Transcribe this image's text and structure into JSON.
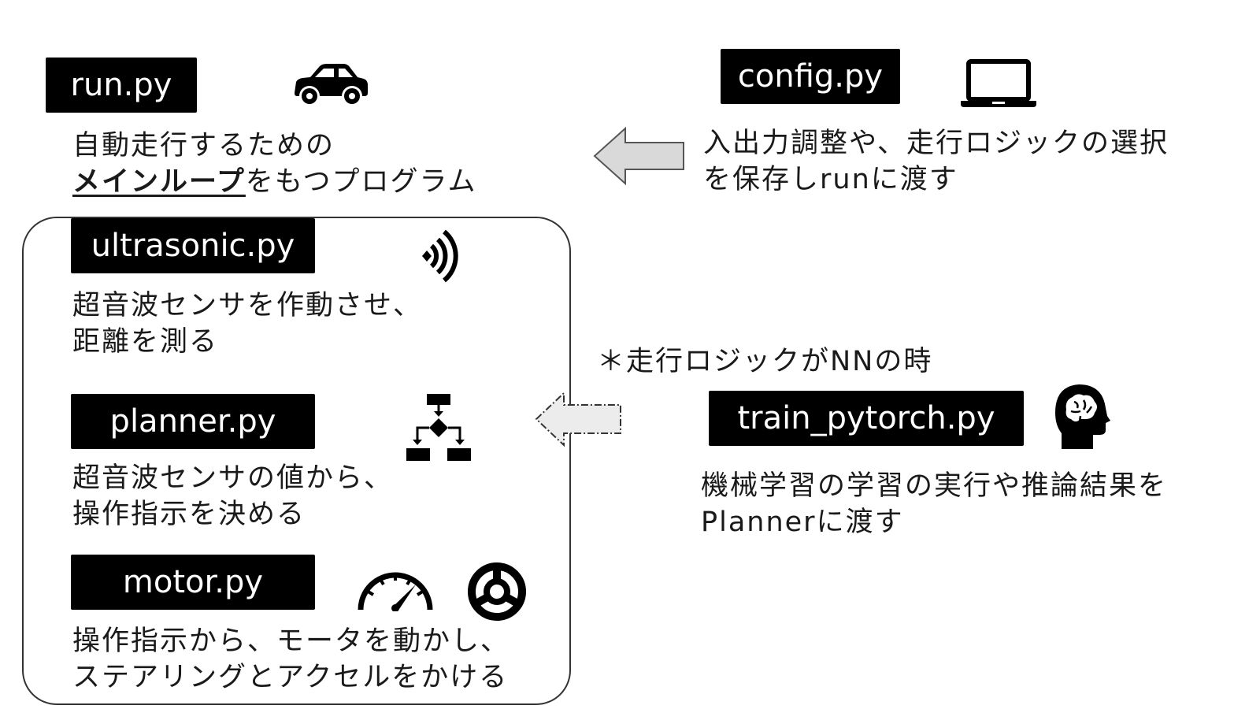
{
  "modules": {
    "run": {
      "name": "run.py",
      "desc_prefix": "自動走行するための",
      "desc_emph": "メインループ",
      "desc_suffix": "をもつプログラム",
      "icon": "car-icon"
    },
    "config": {
      "name": "config.py",
      "desc_line1": "入出力調整や、走行ロジックの選択",
      "desc_line2": "を保存しrunに渡す",
      "icon": "laptop-icon"
    },
    "ultrasonic": {
      "name": "ultrasonic.py",
      "desc_line1": "超音波センサを作動させ、",
      "desc_line2": "距離を測る",
      "icon": "wifi-signal-icon"
    },
    "planner": {
      "name": "planner.py",
      "desc_line1": "超音波センサの値から、",
      "desc_line2": "操作指示を決める",
      "icon": "flowchart-icon"
    },
    "motor": {
      "name": "motor.py",
      "desc_line1": "操作指示から、モータを動かし、",
      "desc_line2": "ステアリングとアクセルをかける",
      "icons": [
        "speedometer-icon",
        "steering-wheel-icon"
      ]
    },
    "train": {
      "name": "train_pytorch.py",
      "desc_line1": "機械学習の学習の実行や推論結果を",
      "desc_line2": "Plannerに渡す",
      "icon": "brain-head-icon"
    }
  },
  "note": "＊走行ロジックがNNの時",
  "colors": {
    "tag_bg": "#000000",
    "tag_text": "#ffffff",
    "arrow_fill": "#d9d9d9",
    "arrow_dashed_fill": "#ececec"
  }
}
